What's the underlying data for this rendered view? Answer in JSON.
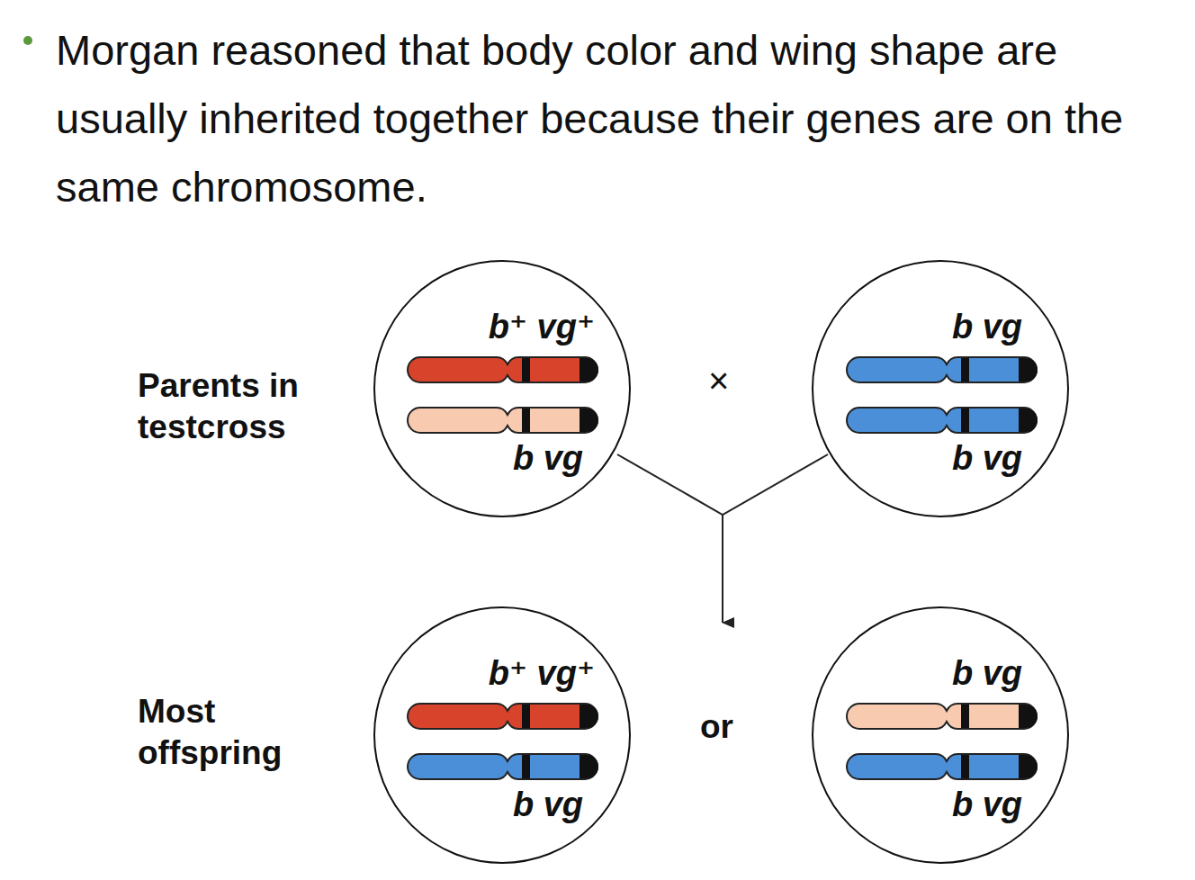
{
  "diagram": {
    "title": "Morgan reasoned that body color and wing shape are usually inherited together because their genes are on the same chromosome.",
    "nodes": [
      {
        "text": [
          "b⁺ vg⁺",
          "b vg"
        ]
      },
      {
        "text": [
          "b vg",
          "b vg"
        ]
      },
      {
        "text": [
          "b⁺ vg⁺",
          "b vg"
        ]
      },
      {
        "text": [
          "b vg",
          "b vg"
        ]
      }
    ],
    "labels": [
      "Parents in testcross",
      "×",
      "Most offspring",
      "or"
    ]
  }
}
